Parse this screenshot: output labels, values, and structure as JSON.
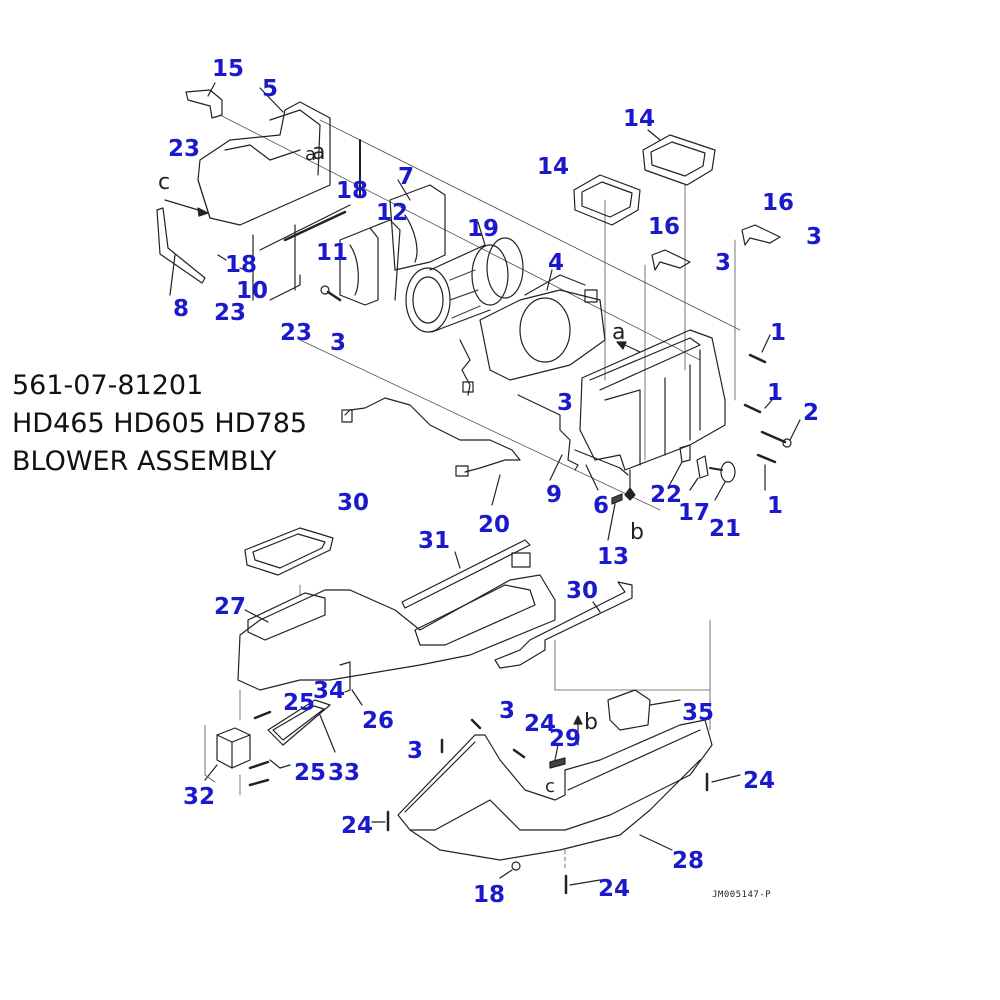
{
  "title_block": {
    "part_number": "561-07-81201",
    "models": "HD465 HD605 HD785",
    "assembly_name": "BLOWER ASSEMBLY"
  },
  "drawing_number": "JM005147-P",
  "colors": {
    "callout": "#1a1acc",
    "linework": "#222222",
    "background": "#ffffff"
  },
  "view_markers": [
    "a",
    "a",
    "b",
    "b",
    "c",
    "c"
  ],
  "callouts": [
    {
      "id": "c15a",
      "label": "15"
    },
    {
      "id": "c5",
      "label": "5"
    },
    {
      "id": "c23a",
      "label": "23"
    },
    {
      "id": "c18a",
      "label": "18"
    },
    {
      "id": "c7",
      "label": "7"
    },
    {
      "id": "c12",
      "label": "12"
    },
    {
      "id": "c19",
      "label": "19"
    },
    {
      "id": "c11",
      "label": "11"
    },
    {
      "id": "c18b",
      "label": "18"
    },
    {
      "id": "c10",
      "label": "10"
    },
    {
      "id": "c8",
      "label": "8"
    },
    {
      "id": "c23b",
      "label": "23"
    },
    {
      "id": "c23c",
      "label": "23"
    },
    {
      "id": "c3a",
      "label": "3"
    },
    {
      "id": "c4",
      "label": "4"
    },
    {
      "id": "c14a",
      "label": "14"
    },
    {
      "id": "c14b",
      "label": "14"
    },
    {
      "id": "c16a",
      "label": "16"
    },
    {
      "id": "c16b",
      "label": "16"
    },
    {
      "id": "c3b",
      "label": "3"
    },
    {
      "id": "c3c",
      "label": "3"
    },
    {
      "id": "c1a",
      "label": "1"
    },
    {
      "id": "c1b",
      "label": "1"
    },
    {
      "id": "c2",
      "label": "2"
    },
    {
      "id": "c1c",
      "label": "1"
    },
    {
      "id": "c3d",
      "label": "3"
    },
    {
      "id": "c9",
      "label": "9"
    },
    {
      "id": "c6",
      "label": "6"
    },
    {
      "id": "c22",
      "label": "22"
    },
    {
      "id": "c17",
      "label": "17"
    },
    {
      "id": "c21",
      "label": "21"
    },
    {
      "id": "c13",
      "label": "13"
    },
    {
      "id": "c20",
      "label": "20"
    },
    {
      "id": "c30a",
      "label": "30"
    },
    {
      "id": "c31",
      "label": "31"
    },
    {
      "id": "c30b",
      "label": "30"
    },
    {
      "id": "c27",
      "label": "27"
    },
    {
      "id": "c34",
      "label": "34"
    },
    {
      "id": "c25a",
      "label": "25"
    },
    {
      "id": "c26",
      "label": "26"
    },
    {
      "id": "c33",
      "label": "33"
    },
    {
      "id": "c25b",
      "label": "25"
    },
    {
      "id": "c32",
      "label": "32"
    },
    {
      "id": "c3e",
      "label": "3"
    },
    {
      "id": "c24a",
      "label": "24"
    },
    {
      "id": "c29",
      "label": "29"
    },
    {
      "id": "c35",
      "label": "35"
    },
    {
      "id": "c3f",
      "label": "3"
    },
    {
      "id": "c24b",
      "label": "24"
    },
    {
      "id": "c24c",
      "label": "24"
    },
    {
      "id": "c28",
      "label": "28"
    },
    {
      "id": "c18c",
      "label": "18"
    },
    {
      "id": "c24d",
      "label": "24"
    }
  ]
}
